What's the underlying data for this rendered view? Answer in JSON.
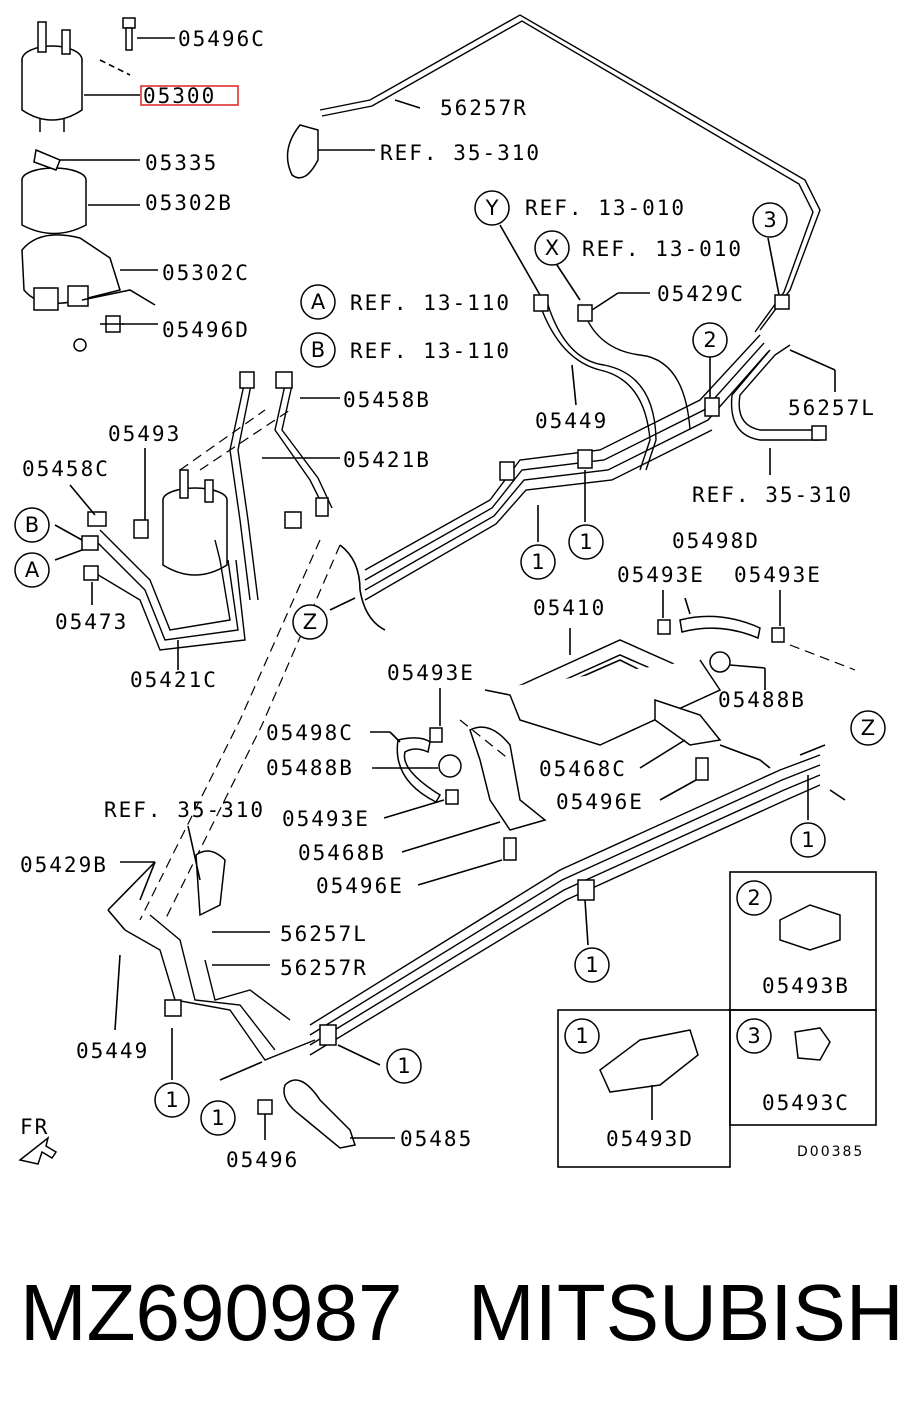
{
  "diagram": {
    "labels": {
      "l_05496C": "05496C",
      "l_05300": "05300",
      "l_05335": "05335",
      "l_05302B": "05302B",
      "l_05302C": "05302C",
      "l_05496D": "05496D",
      "l_56257R_top": "56257R",
      "l_ref35310_top": "REF. 35-310",
      "l_refY": "REF. 13-010",
      "l_refX": "REF. 13-010",
      "l_refA": "REF. 13-110",
      "l_refB": "REF. 13-110",
      "l_05429C": "05429C",
      "l_05449_top": "05449",
      "l_56257L_right": "56257L",
      "l_ref35310_right": "REF. 35-310",
      "l_05458B": "05458B",
      "l_05421B": "05421B",
      "l_05493": "05493",
      "l_05458C": "05458C",
      "l_05473": "05473",
      "l_05421C": "05421C",
      "l_05498D": "05498D",
      "l_05493E_a": "05493E",
      "l_05493E_b": "05493E",
      "l_05410": "05410",
      "l_05493E_c": "05493E",
      "l_05488B_right": "05488B",
      "l_05498C": "05498C",
      "l_05488B_left": "05488B",
      "l_05468C": "05468C",
      "l_05493E_d": "05493E",
      "l_05496E_a": "05496E",
      "l_ref35310_mid": "REF. 35-310",
      "l_05468B": "05468B",
      "l_05496E_b": "05496E",
      "l_05429B": "05429B",
      "l_56257L": "56257L",
      "l_56257R": "56257R",
      "l_05449_bottom": "05449",
      "l_05485": "05485",
      "l_05496": "05496",
      "l_FR": "FR",
      "l_05493B": "05493B",
      "l_05493D": "05493D",
      "l_05493C": "05493C",
      "l_code": "D00385"
    },
    "callouts": {
      "Y": "Y",
      "X": "X",
      "A1": "A",
      "B1": "B",
      "A2": "A",
      "B2": "B",
      "Z1": "Z",
      "Z2": "Z",
      "c1": "1",
      "c2": "2",
      "c3": "3"
    },
    "highlight_color": "#e03030"
  },
  "caption": {
    "part_number": "MZ690987",
    "brand": "MITSUBISHI"
  }
}
